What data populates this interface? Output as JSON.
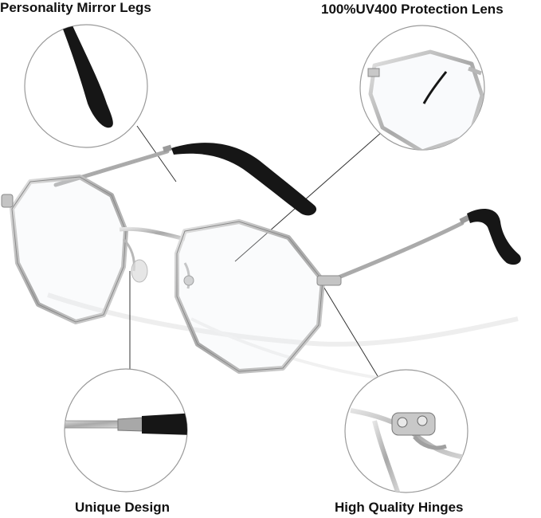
{
  "labels": {
    "top_left": "Personality Mirror Legs",
    "top_right": "100%UV400 Protection Lens",
    "bottom_left": "Unique Design",
    "bottom_right": "High Quality Hinges"
  },
  "colors": {
    "background": "#ffffff",
    "text": "#111111",
    "frame_silver": "#b8b8b8",
    "frame_dark_edge": "#8a8a8a",
    "temple_tip_black": "#161616",
    "callout_line": "#333333",
    "circle_outline": "#9a9a9a"
  }
}
